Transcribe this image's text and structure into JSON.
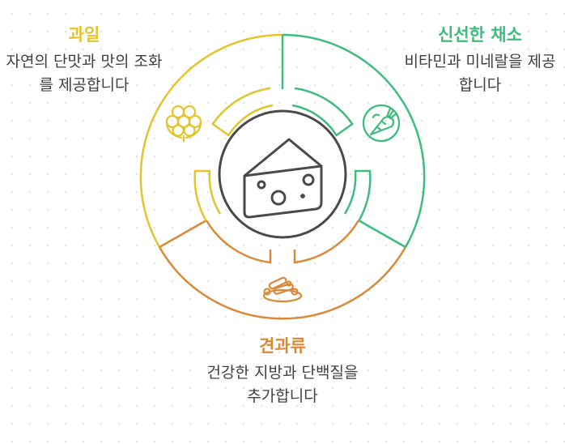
{
  "colors": {
    "fruit": "#e1c52b",
    "vegetables": "#3dbd7d",
    "nuts": "#d98a38",
    "center": "#4a4a4a"
  },
  "icons": {
    "center": "cheese-icon",
    "fruit": "grapes-icon",
    "vegetables": "carrot-icon",
    "nuts": "nuts-bowl-icon"
  },
  "segments": {
    "fruit": {
      "title": "과일",
      "description": "자연의 단맛과 맛의 조화를 제공합니다"
    },
    "vegetables": {
      "title": "신선한 채소",
      "description": "비타민과 미네랄을 제공합니다"
    },
    "nuts": {
      "title": "견과류",
      "description": "건강한 지방과 단백질을 추가합니다"
    }
  }
}
